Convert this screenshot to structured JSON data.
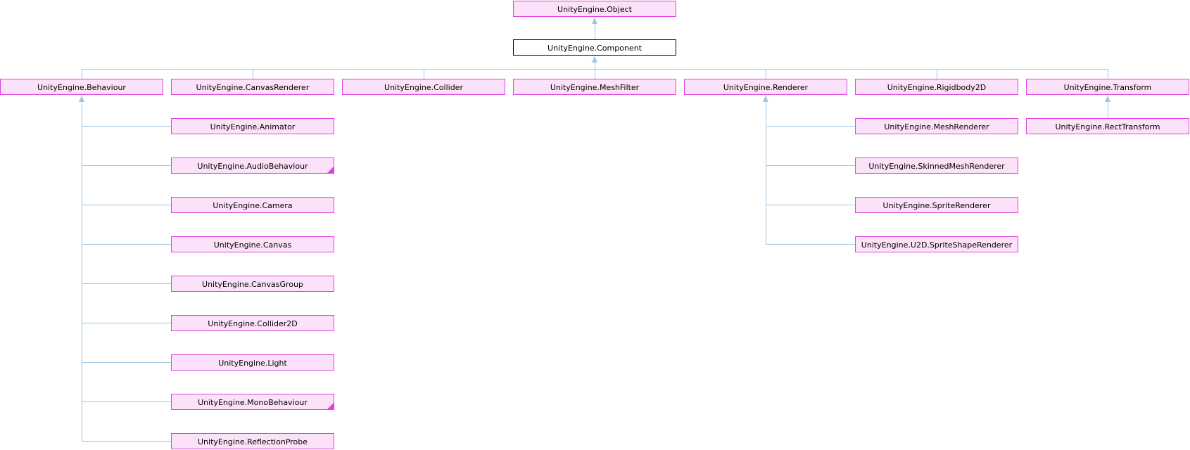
{
  "diagram": {
    "colors": {
      "node_border": "#e040e0",
      "node_fill": "#fce2f8",
      "focus_border": "#000000",
      "focus_fill": "#ffffff",
      "edge_color": "#a0c6e2",
      "text_color": "#000000"
    },
    "nodes": [
      {
        "label": "UnityEngine.Object",
        "col": 3,
        "band": "root"
      },
      {
        "label": "UnityEngine.Component",
        "col": 3,
        "band": "focus"
      },
      {
        "label": "UnityEngine.Behaviour",
        "col": 0
      },
      {
        "label": "UnityEngine.CanvasRenderer",
        "col": 1
      },
      {
        "label": "UnityEngine.Collider",
        "col": 2
      },
      {
        "label": "UnityEngine.MeshFilter",
        "col": 3
      },
      {
        "label": "UnityEngine.Renderer",
        "col": 4
      },
      {
        "label": "UnityEngine.Rigidbody2D",
        "col": 5
      },
      {
        "label": "UnityEngine.Transform",
        "col": 6
      },
      {
        "label": "UnityEngine.Animator",
        "col": 1,
        "sub": 0
      },
      {
        "label": "UnityEngine.AudioBehaviour",
        "col": 1,
        "sub": 1,
        "fold": true
      },
      {
        "label": "UnityEngine.Camera",
        "col": 1,
        "sub": 2
      },
      {
        "label": "UnityEngine.Canvas",
        "col": 1,
        "sub": 3
      },
      {
        "label": "UnityEngine.CanvasGroup",
        "col": 1,
        "sub": 4
      },
      {
        "label": "UnityEngine.Collider2D",
        "col": 1,
        "sub": 5
      },
      {
        "label": "UnityEngine.Light",
        "col": 1,
        "sub": 6
      },
      {
        "label": "UnityEngine.MonoBehaviour",
        "col": 1,
        "sub": 7,
        "fold": true
      },
      {
        "label": "UnityEngine.ReflectionProbe",
        "col": 1,
        "sub": 8
      },
      {
        "label": "UnityEngine.MeshRenderer",
        "col": 5,
        "sub": 0
      },
      {
        "label": "UnityEngine.SkinnedMeshRenderer",
        "col": 5,
        "sub": 1
      },
      {
        "label": "UnityEngine.SpriteRenderer",
        "col": 5,
        "sub": 2
      },
      {
        "label": "UnityEngine.U2D.SpriteShapeRenderer",
        "col": 5,
        "sub": 3
      },
      {
        "label": "UnityEngine.RectTransform",
        "col": 6,
        "sub": 0
      }
    ],
    "edges": [
      {
        "type": "direct",
        "child": "UnityEngine.Component",
        "parent": "UnityEngine.Object"
      },
      {
        "type": "bus",
        "parent": "UnityEngine.Component",
        "children": [
          "UnityEngine.Behaviour",
          "UnityEngine.CanvasRenderer",
          "UnityEngine.Collider",
          "UnityEngine.MeshFilter",
          "UnityEngine.Renderer",
          "UnityEngine.Rigidbody2D",
          "UnityEngine.Transform"
        ]
      },
      {
        "type": "trunk",
        "parent": "UnityEngine.Behaviour",
        "children": [
          "UnityEngine.Animator",
          "UnityEngine.AudioBehaviour",
          "UnityEngine.Camera",
          "UnityEngine.Canvas",
          "UnityEngine.CanvasGroup",
          "UnityEngine.Collider2D",
          "UnityEngine.Light",
          "UnityEngine.MonoBehaviour",
          "UnityEngine.ReflectionProbe"
        ]
      },
      {
        "type": "trunk",
        "parent": "UnityEngine.Renderer",
        "children": [
          "UnityEngine.MeshRenderer",
          "UnityEngine.SkinnedMeshRenderer",
          "UnityEngine.SpriteRenderer",
          "UnityEngine.U2D.SpriteShapeRenderer"
        ]
      },
      {
        "type": "direct",
        "child": "UnityEngine.RectTransform",
        "parent": "UnityEngine.Transform"
      }
    ]
  }
}
